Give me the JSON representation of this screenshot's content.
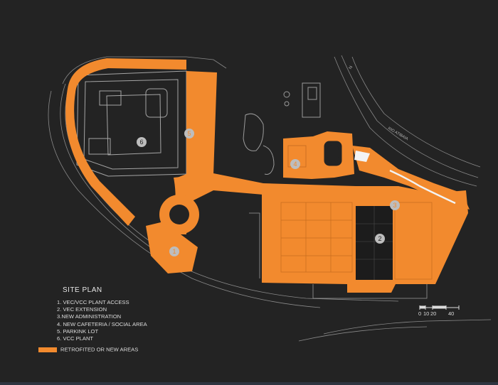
{
  "plan": {
    "title": "SITE PLAN",
    "items": [
      "1. VEC/VCC PLANT ACCESS",
      "2. VEC EXTENSION",
      "3.NEW ADMINISTRATION",
      "4. NEW CAFETERIA / SOCIAL AREA",
      "5. PARKINK LOT",
      "6. VCC PLANT"
    ],
    "legend_key": "RETROFITED OR NEW AREAS",
    "markers": [
      "1",
      "2",
      "3",
      "4",
      "5",
      "6"
    ],
    "scale_ticks": [
      "0",
      "10",
      "20",
      "40"
    ],
    "river_label": "RIO ATIBAIA",
    "north_label": "N"
  },
  "colors": {
    "background": "#232323",
    "highlight": "#f28a2e",
    "linework": "#9a9a9a",
    "marker": "#bdbdbd"
  }
}
